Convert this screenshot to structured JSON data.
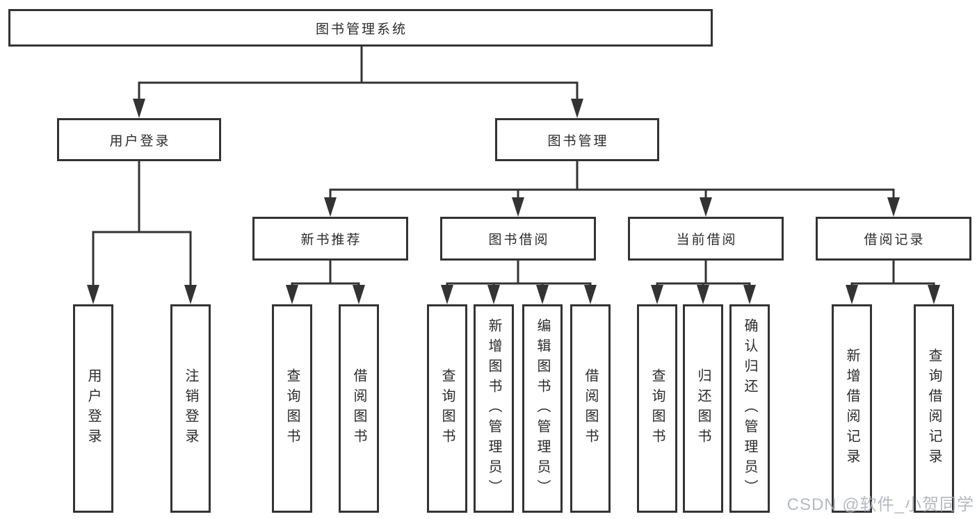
{
  "tree": {
    "root": "图书管理系统",
    "branches": [
      "用户登录",
      "图书管理"
    ],
    "book_management_children": [
      "新书推荐",
      "图书借阅",
      "当前借阅",
      "借阅记录"
    ],
    "children": {
      "user_login": [
        "用户登录",
        "注销登录"
      ],
      "new_book_recommendation": [
        "查询图书",
        "借阅图书"
      ],
      "book_borrowing": [
        "查询图书",
        "新增图书（管理员）",
        "编辑图书（管理员）",
        "借阅图书"
      ],
      "current_borrowing": [
        "查询图书",
        "归还图书",
        "确认归还（管理员）"
      ],
      "borrowing_records": [
        "新增借阅记录",
        "查询借阅记录"
      ]
    }
  },
  "watermark": "CSDN @软件_小贺同学",
  "colors": {
    "line": "#333333",
    "box_background": "#ffffff",
    "text": "#2b2b2b",
    "watermark": "#a9aeb4"
  }
}
